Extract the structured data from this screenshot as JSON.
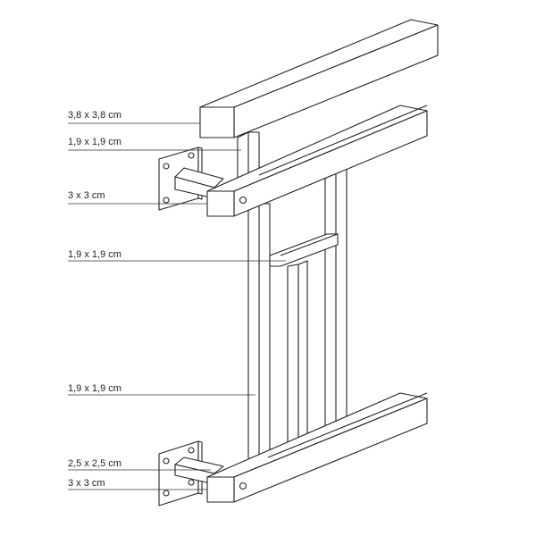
{
  "labels": [
    {
      "id": "top-rail",
      "text": "3,8 x 3,8 cm"
    },
    {
      "id": "upper-post",
      "text": "1,9 x 1,9 cm"
    },
    {
      "id": "upper-bracket-arm",
      "text": "3 x 3 cm"
    },
    {
      "id": "crossbar",
      "text": "1,9 x 1,9 cm"
    },
    {
      "id": "long-post",
      "text": "1,9 x 1,9 cm"
    },
    {
      "id": "lower-bracket-arm",
      "text": "2,5 x 2,5 cm"
    },
    {
      "id": "bottom-rail",
      "text": "3 x 3 cm"
    }
  ],
  "colors": {
    "line": "#222222",
    "fill": "#ffffff"
  }
}
